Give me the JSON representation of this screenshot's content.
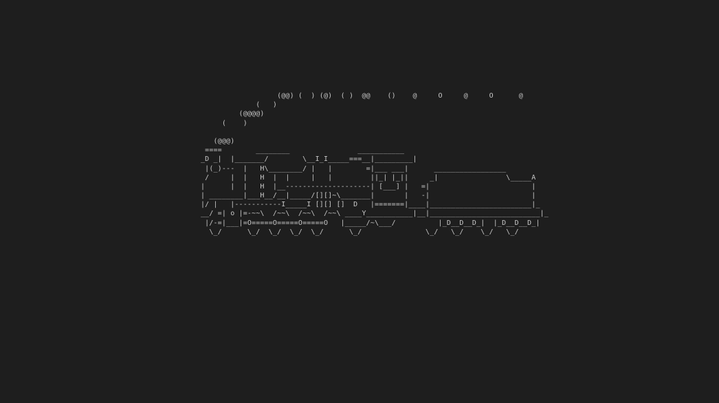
{
  "terminal": {
    "background": "#1e1e1e",
    "foreground": "#c8c8c8",
    "accent": "#2aa1b3"
  },
  "sl": {
    "lines": [
      "                  (@@) (  ) (@)  ( )  @@    ()    @     O     @     O      @",
      "             (   )",
      "         (@@@@)",
      "     (    )",
      "",
      "   (@@@)",
      " ====        ________                ___________",
      "_D _|  |_______/        \\__I_I_____===__|_________|",
      " |(_)---  |   H\\________/ |   |        =|___ ___|      _________________",
      " /     |  |   H  |  |     |   |         ||_| |_||     _|                \\_____A",
      "|      |  |   H  |__--------------------| [___] |   =|                        |",
      "| ________|___H__/__|_____/[][]~\\_______|       |   -|                        |",
      "|/ |   |-----------I_____I [][] []  D   |=======|____|________________________|_",
      "__/ =| o |=-~~\\  /~~\\  /~~\\  /~~\\ ____Y___________|__|__________________________|_",
      " |/-=|___|=O=====O=====O=====O   |_____/~\\___/          |_D__D__D_|  |_D__D__D_|",
      "  \\_/      \\_/  \\_/  \\_/  \\_/      \\_/               \\_/   \\_/    \\_/   \\_/"
    ]
  }
}
